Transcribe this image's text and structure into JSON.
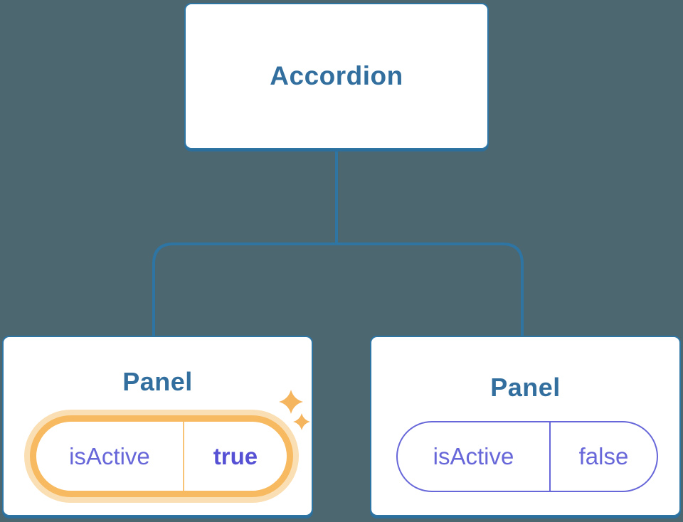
{
  "background_color": "#4C6770",
  "colors": {
    "node_border_blue": "#2E75A4",
    "node_text_blue": "#336F9E",
    "connector_blue": "#2E75A4",
    "prop_purple": "#6767D9",
    "prop_value_bold_purple": "#5650D4",
    "highlight_orange_border": "#F7BA61",
    "highlight_halo": "#FBDFB4",
    "sparkle_orange": "#F5B55E"
  },
  "tree": {
    "root": {
      "label": "Accordion"
    },
    "panels": [
      {
        "title": "Panel",
        "prop_name": "isActive",
        "prop_value": "true",
        "highlighted": true
      },
      {
        "title": "Panel",
        "prop_name": "isActive",
        "prop_value": "false",
        "highlighted": false
      }
    ]
  }
}
